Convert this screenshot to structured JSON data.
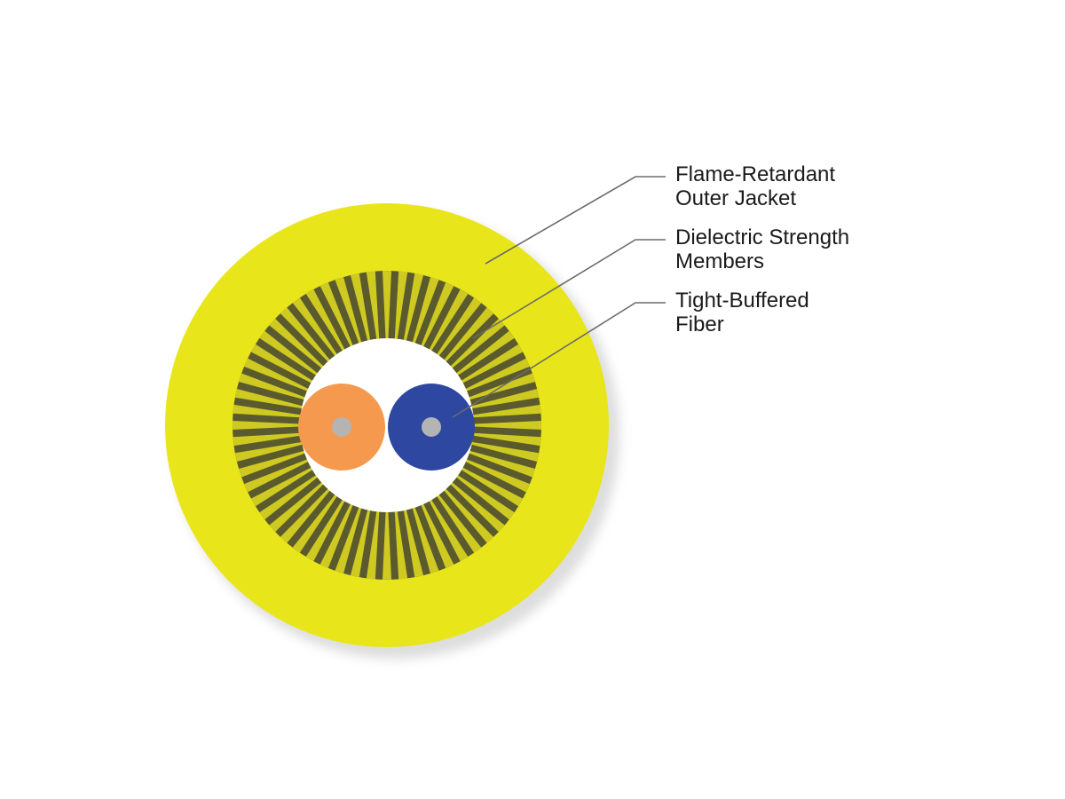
{
  "labels": {
    "jacket": {
      "line1": "Flame-Retardant",
      "line2": "Outer Jacket"
    },
    "strength": {
      "line1": "Dielectric Strength",
      "line2": "Members"
    },
    "fiber": {
      "line1": "Tight-Buffered",
      "line2": "Fiber"
    }
  },
  "colors": {
    "jacket": "#e8e61a",
    "jacket_shadow": "#c9c9c9",
    "strength_light": "#e3de1f",
    "strength_dark": "#4a4a2a",
    "core": "#ffffff",
    "fiber_left": "#f4994e",
    "fiber_right": "#2e47a0",
    "fiber_center": "#b4b4b4",
    "leader": "#6b6b6b",
    "text": "#1a1a1a"
  },
  "strength_member_count": 60
}
